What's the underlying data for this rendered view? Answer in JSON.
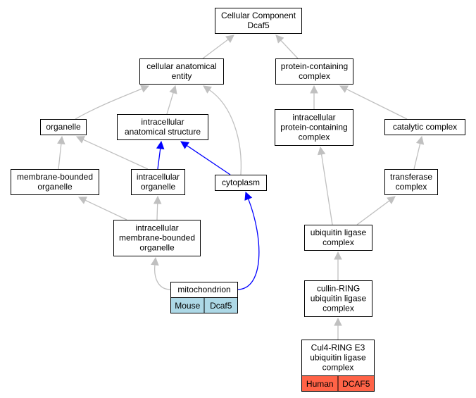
{
  "title": "Cellular Component Dcaf5",
  "colors": {
    "edge_default": "#c0c0c0",
    "edge_highlight": "#0000ff",
    "mouse_fill": "#add8e6",
    "human_fill": "#ff6347"
  },
  "nodes": [
    {
      "id": "root",
      "lines": [
        "Cellular Component",
        "Dcaf5"
      ]
    },
    {
      "id": "cellular-anatomical-entity",
      "lines": [
        "cellular anatomical",
        "entity"
      ]
    },
    {
      "id": "protein-containing-complex",
      "lines": [
        "protein-containing",
        "complex"
      ]
    },
    {
      "id": "organelle",
      "lines": [
        "organelle"
      ]
    },
    {
      "id": "intracellular-anatomical-structure",
      "lines": [
        "intracellular",
        "anatomical structure"
      ]
    },
    {
      "id": "intracellular-protein-containing-complex",
      "lines": [
        "intracellular",
        "protein-containing",
        "complex"
      ]
    },
    {
      "id": "catalytic-complex",
      "lines": [
        "catalytic complex"
      ]
    },
    {
      "id": "membrane-bounded-organelle",
      "lines": [
        "membrane-bounded",
        "organelle"
      ]
    },
    {
      "id": "intracellular-organelle",
      "lines": [
        "intracellular",
        "organelle"
      ]
    },
    {
      "id": "cytoplasm",
      "lines": [
        "cytoplasm"
      ]
    },
    {
      "id": "transferase-complex",
      "lines": [
        "transferase",
        "complex"
      ]
    },
    {
      "id": "intracellular-membrane-bounded-organelle",
      "lines": [
        "intracellular",
        "membrane-bounded",
        "organelle"
      ]
    },
    {
      "id": "ubiquitin-ligase-complex",
      "lines": [
        "ubiquitin ligase",
        "complex"
      ]
    },
    {
      "id": "mitochondrion",
      "lines": [
        "mitochondrion"
      ],
      "tags": [
        "Mouse",
        "Dcaf5"
      ],
      "tag_color": "#add8e6"
    },
    {
      "id": "cullin-ring-ubiquitin-ligase-complex",
      "lines": [
        "cullin-RING",
        "ubiquitin ligase",
        "complex"
      ]
    },
    {
      "id": "cul4-ring-e3-ubiquitin-ligase-complex",
      "lines": [
        "Cul4-RING E3",
        "ubiquitin ligase",
        "complex"
      ],
      "tags": [
        "Human",
        "DCAF5"
      ],
      "tag_color": "#ff6347"
    }
  ],
  "edges": [
    {
      "from": "cellular-anatomical-entity",
      "to": "root",
      "highlight": false
    },
    {
      "from": "protein-containing-complex",
      "to": "root",
      "highlight": false
    },
    {
      "from": "organelle",
      "to": "cellular-anatomical-entity",
      "highlight": false
    },
    {
      "from": "intracellular-anatomical-structure",
      "to": "cellular-anatomical-entity",
      "highlight": false
    },
    {
      "from": "cytoplasm",
      "to": "cellular-anatomical-entity",
      "highlight": false
    },
    {
      "from": "intracellular-protein-containing-complex",
      "to": "protein-containing-complex",
      "highlight": false
    },
    {
      "from": "catalytic-complex",
      "to": "protein-containing-complex",
      "highlight": false
    },
    {
      "from": "membrane-bounded-organelle",
      "to": "organelle",
      "highlight": false
    },
    {
      "from": "intracellular-organelle",
      "to": "organelle",
      "highlight": false
    },
    {
      "from": "intracellular-organelle",
      "to": "intracellular-anatomical-structure",
      "highlight": true
    },
    {
      "from": "cytoplasm",
      "to": "intracellular-anatomical-structure",
      "highlight": true
    },
    {
      "from": "transferase-complex",
      "to": "catalytic-complex",
      "highlight": false
    },
    {
      "from": "intracellular-membrane-bounded-organelle",
      "to": "membrane-bounded-organelle",
      "highlight": false
    },
    {
      "from": "intracellular-membrane-bounded-organelle",
      "to": "intracellular-organelle",
      "highlight": false
    },
    {
      "from": "ubiquitin-ligase-complex",
      "to": "intracellular-protein-containing-complex",
      "highlight": false
    },
    {
      "from": "ubiquitin-ligase-complex",
      "to": "transferase-complex",
      "highlight": false
    },
    {
      "from": "mitochondrion",
      "to": "intracellular-membrane-bounded-organelle",
      "highlight": false
    },
    {
      "from": "mitochondrion",
      "to": "cytoplasm",
      "highlight": true
    },
    {
      "from": "cullin-ring-ubiquitin-ligase-complex",
      "to": "ubiquitin-ligase-complex",
      "highlight": false
    },
    {
      "from": "cul4-ring-e3-ubiquitin-ligase-complex",
      "to": "cullin-ring-ubiquitin-ligase-complex",
      "highlight": false
    }
  ]
}
